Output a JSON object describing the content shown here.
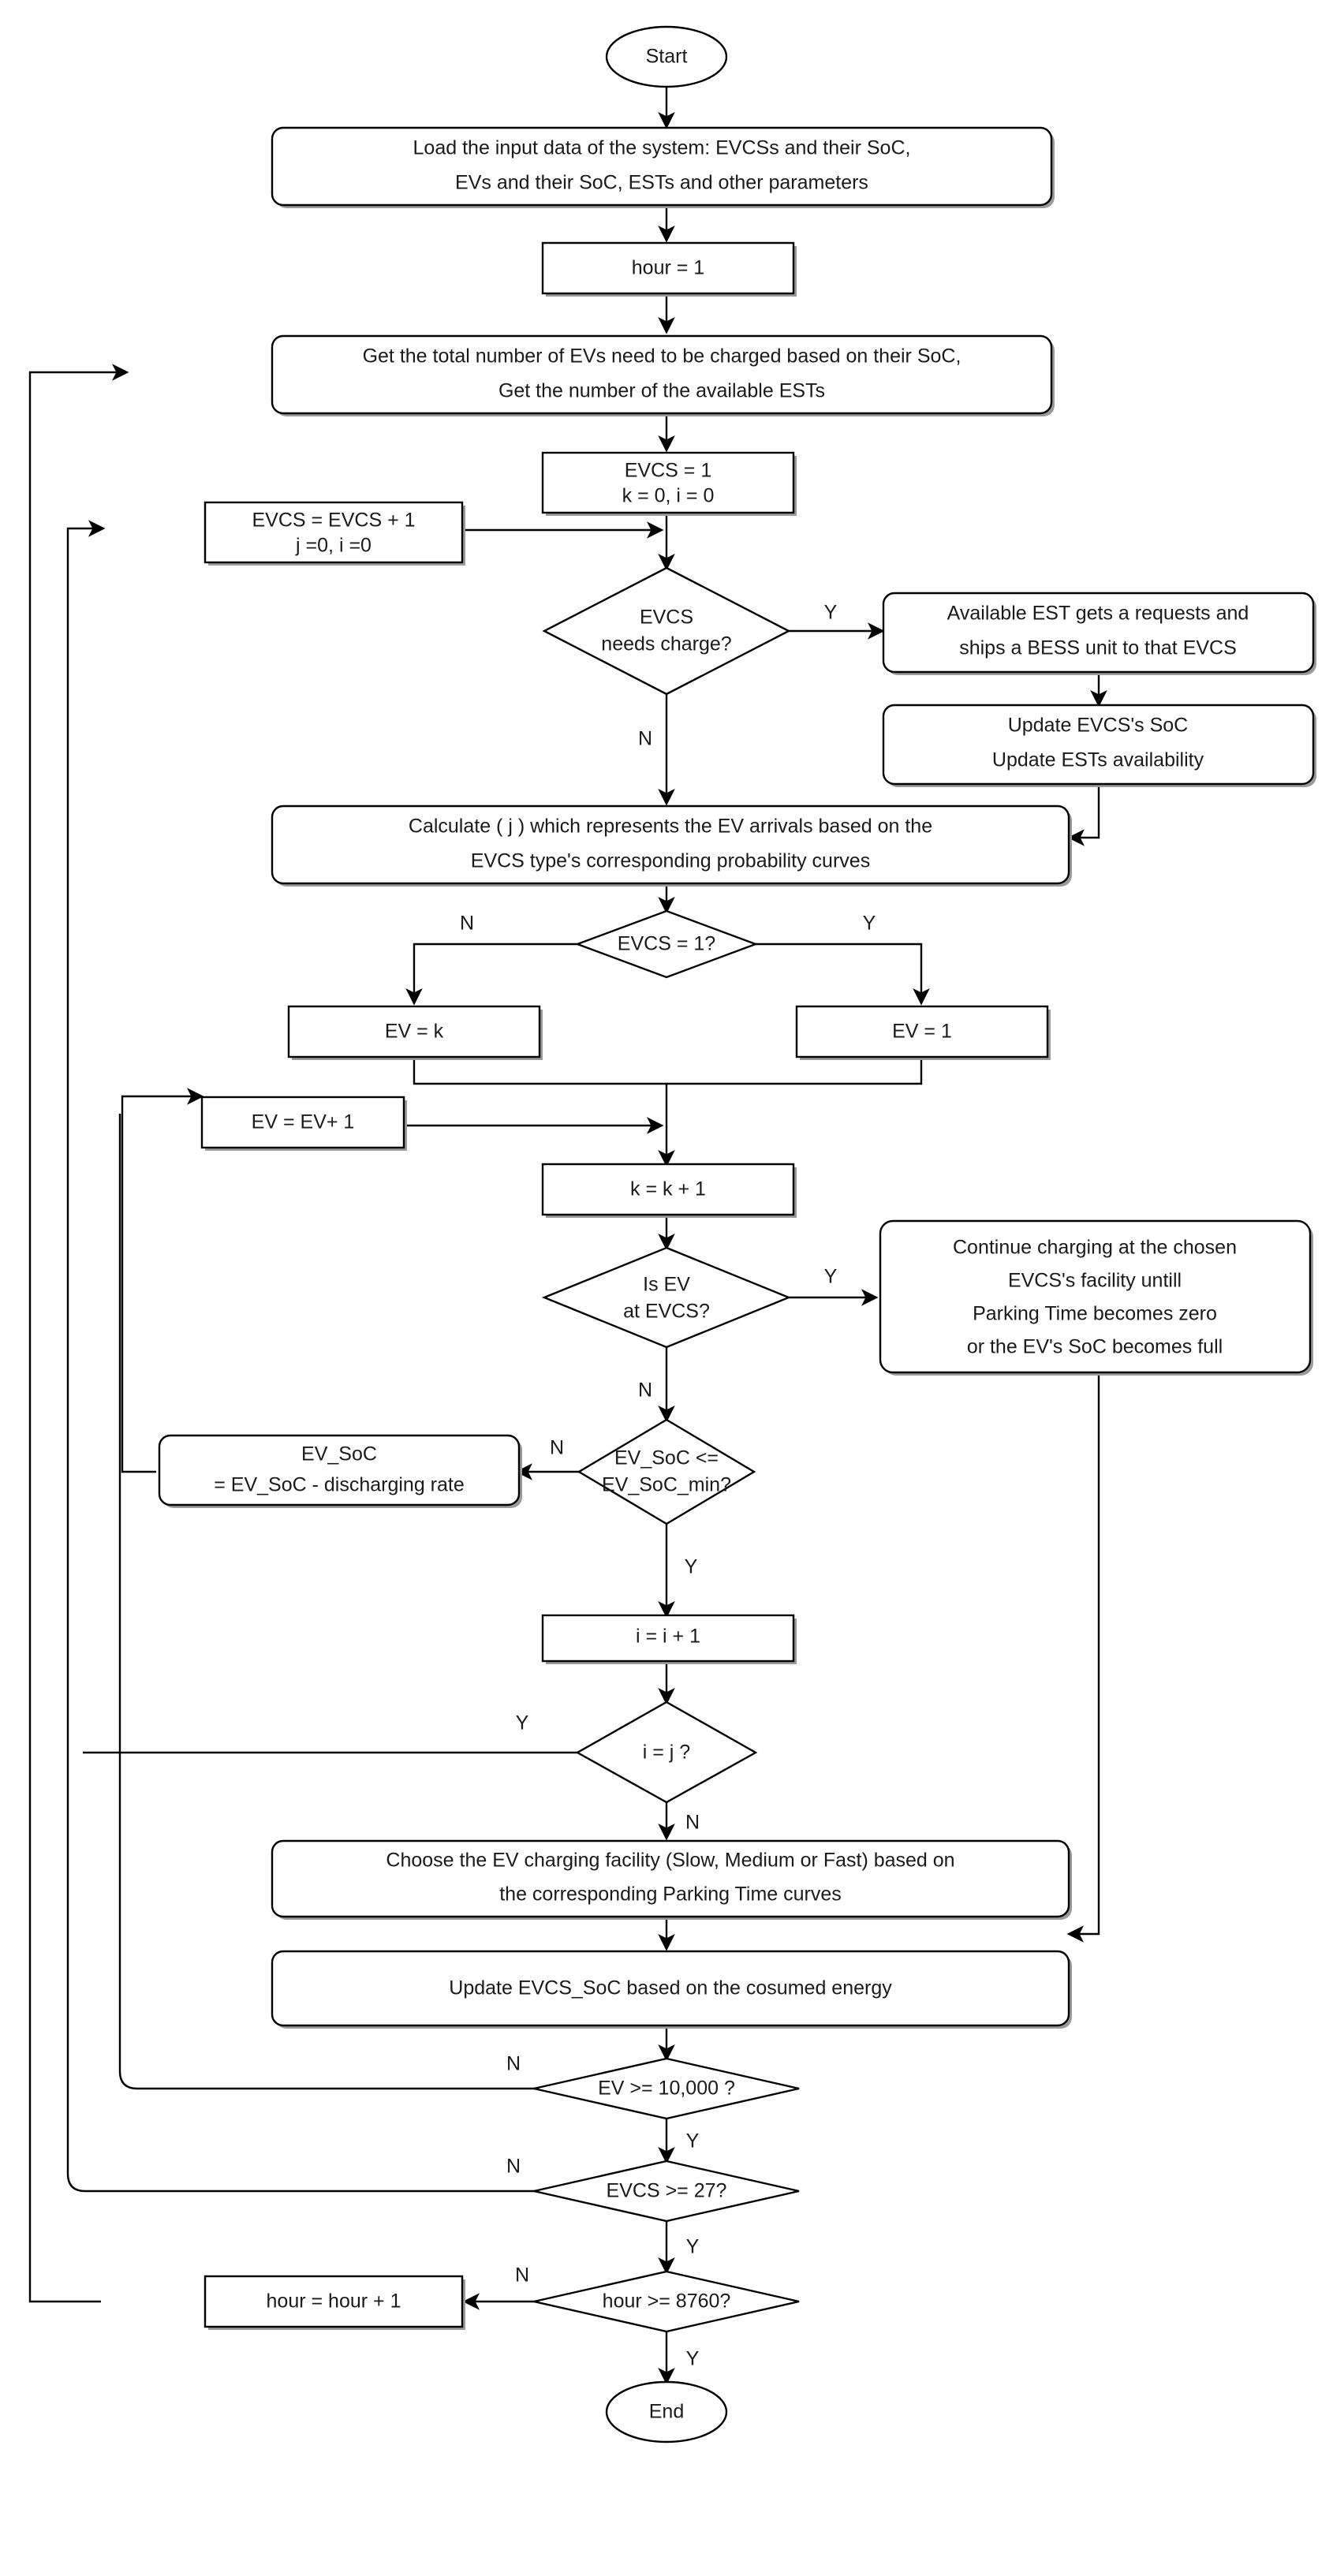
{
  "diagram": {
    "title": "EV Charging Station Simulation Flowchart",
    "colors": {
      "stroke": "#000000",
      "fill": "#ffffff",
      "text": "#1a1a1a",
      "shadow": "#9a9a9a"
    },
    "nodes": {
      "start": {
        "label": "Start",
        "shape": "oval"
      },
      "load_input": {
        "shape": "rounded-rect",
        "lines": [
          "Load the input data of the system: EVCSs and their SoC,",
          "EVs and their SoC, ESTs and other parameters"
        ]
      },
      "hour_init": {
        "shape": "rect",
        "lines": [
          "hour = 1"
        ]
      },
      "get_totals": {
        "shape": "rounded-rect",
        "lines": [
          "Get the total number of EVs need to be charged based on their SoC,",
          "Get the number of the available ESTs"
        ]
      },
      "evcs_init": {
        "shape": "rect",
        "lines": [
          "EVCS = 1",
          "k = 0, i = 0"
        ]
      },
      "evcs_increment": {
        "shape": "rect",
        "lines": [
          "EVCS = EVCS + 1",
          "j =0, i =0"
        ]
      },
      "evcs_needs_charge": {
        "shape": "diamond",
        "lines": [
          "EVCS",
          "needs charge?"
        ]
      },
      "est_ship": {
        "shape": "rounded-rect",
        "lines": [
          "Available EST gets a requests and",
          "ships a BESS unit to that EVCS"
        ]
      },
      "update_evcs_soc_est": {
        "shape": "rounded-rect",
        "lines": [
          "Update EVCS's SoC",
          "Update ESTs availability"
        ]
      },
      "calculate_j": {
        "shape": "rounded-rect",
        "lines": [
          "Calculate ( j ) which represents the EV arrivals based on the",
          "EVCS type's corresponding probability curves"
        ]
      },
      "evcs_is_one": {
        "shape": "diamond",
        "lines": [
          "EVCS = 1?"
        ]
      },
      "ev_equals_k": {
        "shape": "rect",
        "lines": [
          "EV = k"
        ]
      },
      "ev_equals_1": {
        "shape": "rect",
        "lines": [
          "EV = 1"
        ]
      },
      "ev_increment": {
        "shape": "rect",
        "lines": [
          "EV = EV+ 1"
        ]
      },
      "k_increment": {
        "shape": "rect",
        "lines": [
          "k = k + 1"
        ]
      },
      "is_ev_at_evcs": {
        "shape": "diamond",
        "lines": [
          "Is EV",
          "at EVCS?"
        ]
      },
      "continue_charging": {
        "shape": "rounded-rect",
        "lines": [
          "Continue charging at the chosen",
          "EVCS's facility untill",
          "Parking Time becomes zero",
          "or the EV's SoC becomes full"
        ]
      },
      "ev_soc_check": {
        "shape": "diamond",
        "lines": [
          "EV_SoC <=",
          "EV_SoC_min?"
        ]
      },
      "ev_soc_discharge": {
        "shape": "rounded-rect",
        "lines": [
          "EV_SoC",
          "= EV_SoC - discharging rate"
        ]
      },
      "i_increment": {
        "shape": "rect",
        "lines": [
          "i = i + 1"
        ]
      },
      "i_equals_j": {
        "shape": "diamond",
        "lines": [
          "i = j ?"
        ]
      },
      "choose_facility": {
        "shape": "rounded-rect",
        "lines": [
          "Choose the EV charging facility (Slow, Medium or Fast) based on",
          "the corresponding Parking Time curves"
        ]
      },
      "update_evcs_soc_energy": {
        "shape": "rounded-rect",
        "lines": [
          "Update EVCS_SoC based on the cosumed energy"
        ]
      },
      "ev_limit": {
        "shape": "diamond",
        "lines": [
          "EV >= 10,000 ?"
        ]
      },
      "evcs_limit": {
        "shape": "diamond",
        "lines": [
          "EVCS >= 27?"
        ]
      },
      "hour_limit": {
        "shape": "diamond",
        "lines": [
          "hour >= 8760?"
        ]
      },
      "hour_increment": {
        "shape": "rect",
        "lines": [
          "hour = hour + 1"
        ]
      },
      "end": {
        "label": "End",
        "shape": "oval"
      }
    },
    "edge_labels": {
      "evcs_needs_charge_yes": "Y",
      "evcs_needs_charge_no": "N",
      "evcs_is_one_no": "N",
      "evcs_is_one_yes": "Y",
      "is_ev_at_evcs_yes": "Y",
      "is_ev_at_evcs_no": "N",
      "ev_soc_check_no": "N",
      "ev_soc_check_yes": "Y",
      "i_equals_j_yes": "Y",
      "i_equals_j_no": "N",
      "ev_limit_no": "N",
      "ev_limit_yes": "Y",
      "evcs_limit_no": "N",
      "evcs_limit_yes": "Y",
      "hour_limit_no": "N",
      "hour_limit_yes": "Y"
    }
  }
}
